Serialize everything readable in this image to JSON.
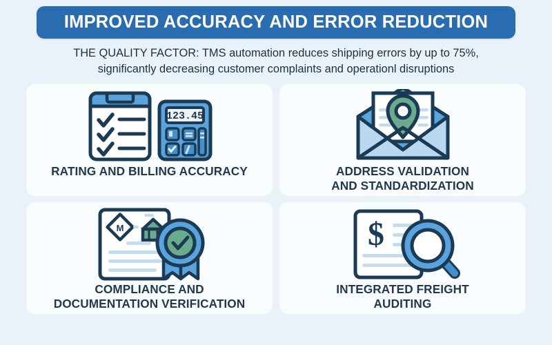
{
  "header": {
    "title": "IMPROVED ACCURACY AND ERROR REDUCTION",
    "banner_color": "#2a6cb0",
    "title_color": "#ffffff"
  },
  "subtitle": {
    "text": "THE QUALITY FACTOR: TMS automation reduces shipping errors by up to 75%, significantly decreasing customer complaints and operationl disruptions",
    "color": "#1d2f3f"
  },
  "page": {
    "background_color": "#e8f2f8",
    "card_background_color": "#fafdff",
    "accent_blue": "#2a6cb0",
    "icon_blue": "#5ba3dc",
    "icon_light_blue": "#b9d8ef",
    "icon_navy": "#1b3a53",
    "icon_green": "#6aab8e"
  },
  "cards": [
    {
      "id": "rating-billing-accuracy",
      "icon": "clipboard-checklist-calculator-icon",
      "label_line1": "RATING AND BILLING ACCURACY",
      "label_line2": "",
      "calculator_display": "123.45"
    },
    {
      "id": "address-validation",
      "icon": "envelope-location-pin-icon",
      "label_line1": "ADDRESS VALIDATION",
      "label_line2": "AND STANDARDIZATION"
    },
    {
      "id": "compliance-documentation",
      "icon": "certificate-ribbon-document-icon",
      "label_line1": "COMPLIANCE AND",
      "label_line2": "DOCUMENTATION VERIFICATION",
      "document_mark": "M"
    },
    {
      "id": "integrated-freight-auditing",
      "icon": "invoice-magnifier-icon",
      "label_line1": "INTEGRATED FREIGHT",
      "label_line2": "AUDITING",
      "currency_symbol": "$"
    }
  ]
}
